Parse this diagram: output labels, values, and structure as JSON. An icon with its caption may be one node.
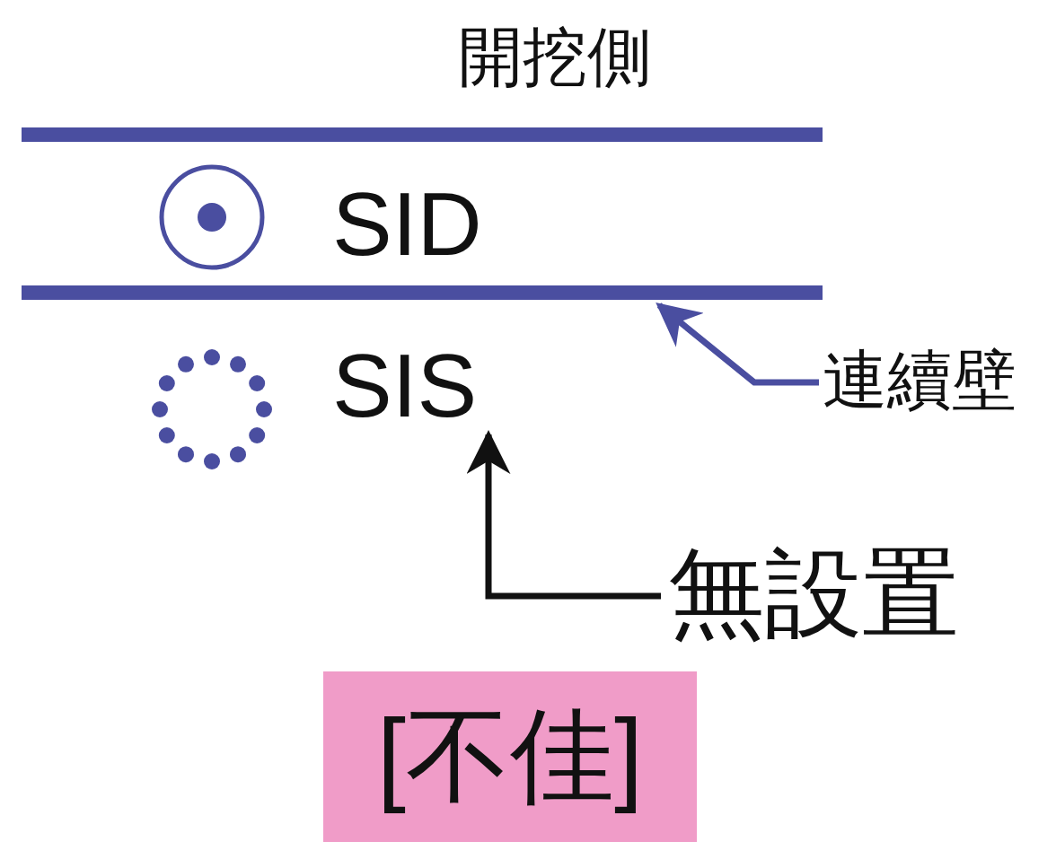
{
  "diagram": {
    "nodes": [
      {
        "text": [],
        "shape": "bar"
      },
      {
        "text": [],
        "shape": "bar"
      },
      {
        "text": [
          "SIS"
        ]
      },
      {
        "text": [
          "連續壁"
        ]
      },
      {
        "text": [
          "無設置"
        ]
      },
      {
        "text": [
          "[不佳]"
        ]
      }
    ],
    "edges": [
      {
        "from": 3,
        "to": 1,
        "arrow": "to",
        "color": "#4a4ea0"
      },
      {
        "from": 4,
        "to": 2,
        "arrow": "to",
        "color": "#111111"
      }
    ],
    "labels": [
      "開挖側",
      "SID"
    ]
  }
}
